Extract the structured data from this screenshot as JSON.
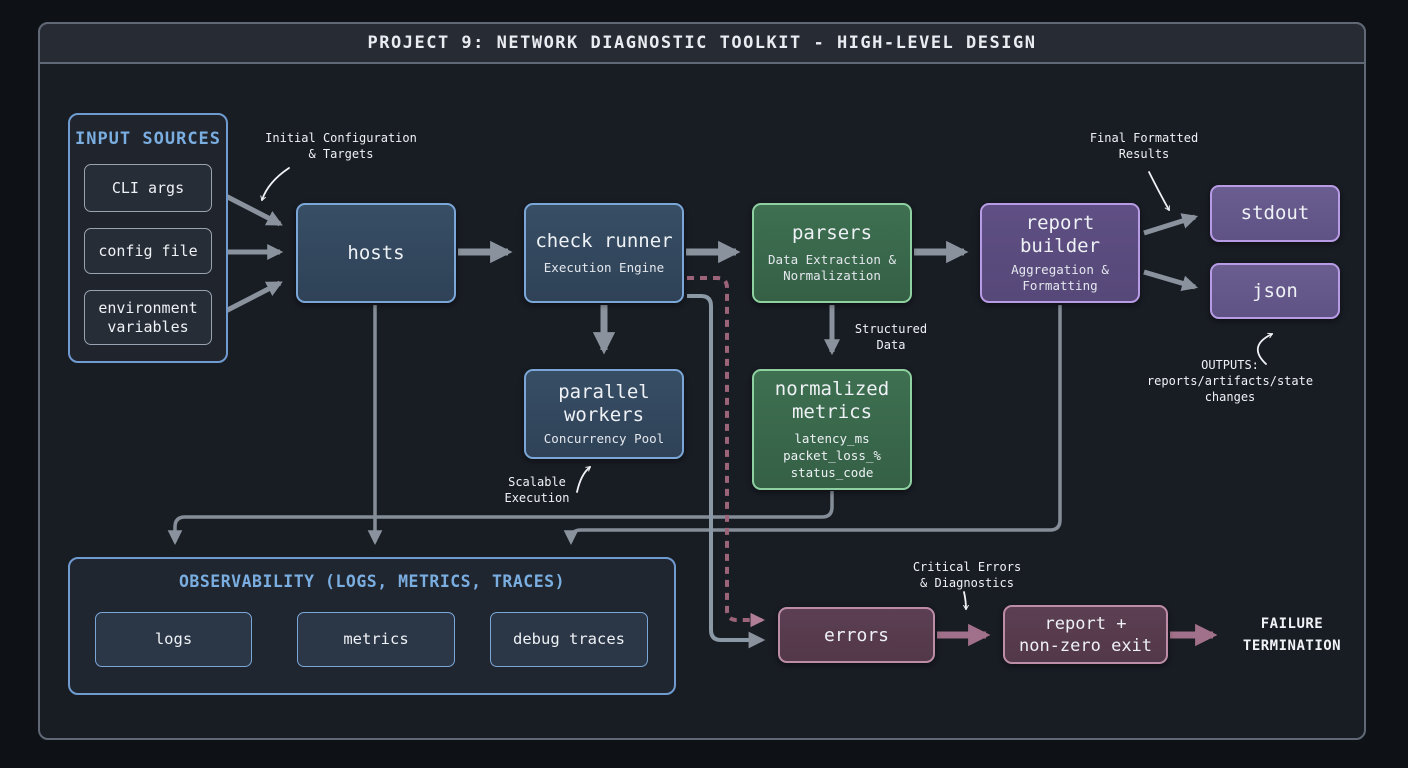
{
  "title": "PROJECT 9: NETWORK DIAGNOSTIC TOOLKIT - HIGH-LEVEL DESIGN",
  "input_sources": {
    "title": "INPUT SOURCES",
    "items": [
      "CLI args",
      "config file",
      "environment\nvariables"
    ]
  },
  "nodes": {
    "hosts": {
      "label": "hosts"
    },
    "check_runner": {
      "label": "check runner",
      "sublabel": "Execution Engine"
    },
    "parallel_workers": {
      "label": "parallel\nworkers",
      "sublabel": "Concurrency Pool"
    },
    "parsers": {
      "label": "parsers",
      "sublabel": "Data Extraction &\nNormalization"
    },
    "normalized_metrics": {
      "label": "normalized\nmetrics",
      "fields": "latency_ms\npacket_loss_%\nstatus_code"
    },
    "report_builder": {
      "label": "report\nbuilder",
      "sublabel": "Aggregation &\nFormatting"
    },
    "stdout": {
      "label": "stdout"
    },
    "json": {
      "label": "json"
    },
    "errors": {
      "label": "errors"
    },
    "report_exit": {
      "label": "report +\nnon-zero exit"
    },
    "failure": {
      "label": "FAILURE\nTERMINATION"
    }
  },
  "observability": {
    "title": "OBSERVABILITY (LOGS, METRICS, TRACES)",
    "items": [
      "logs",
      "metrics",
      "debug traces"
    ]
  },
  "annotations": {
    "initial_config": "Initial Configuration\n& Targets",
    "final_results": "Final Formatted\nResults",
    "structured_data": "Structured\nData",
    "scalable_execution": "Scalable\nExecution",
    "critical_errors": "Critical Errors\n& Diagnostics",
    "outputs": "OUTPUTS:\nreports/artifacts/state\nchanges"
  },
  "colors": {
    "background": "#0e1116",
    "frame": "#181c23",
    "header": "#262b34",
    "border_gray": "#5f6874",
    "blue_fill": "#33495e",
    "blue_border": "#7ba6d8",
    "blue_title": "#7aade0",
    "green_fill": "#3b6b4c",
    "green_border": "#8fd0a0",
    "purple_fill": "#5b4b7e",
    "purple_border": "#b79be4",
    "mauve_fill": "#583c4f",
    "mauve_border": "#bd8da8",
    "gray_arrow": "#8a929d",
    "mauve_arrow": "#a1708a",
    "pink_dashed": "#9c6478",
    "text": "#eef1f5"
  }
}
